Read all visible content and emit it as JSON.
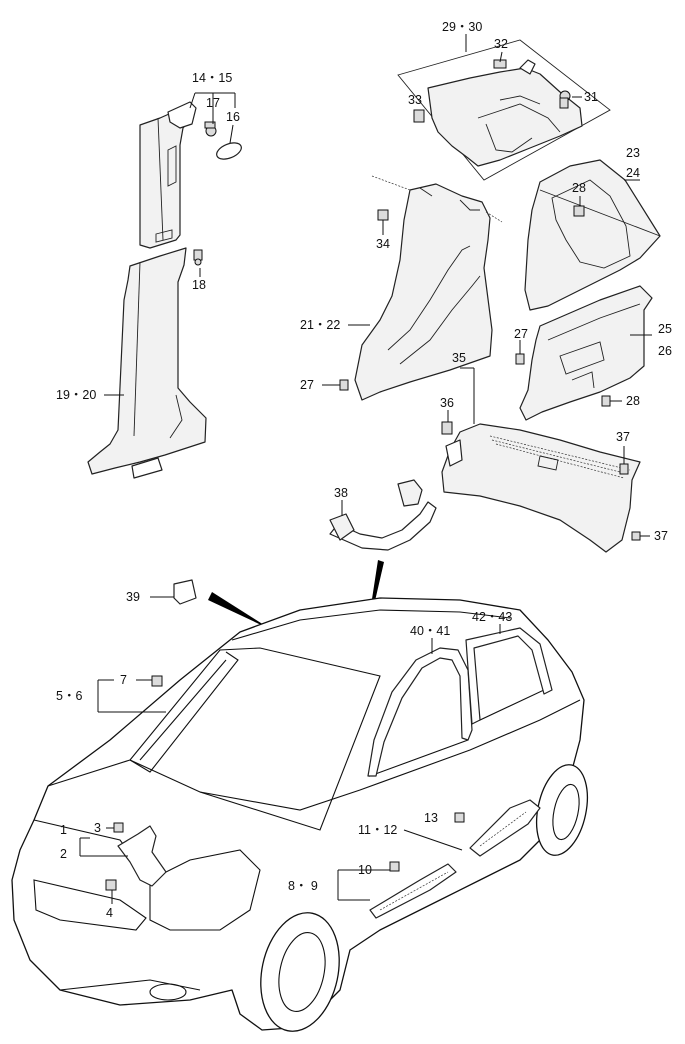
{
  "labels": {
    "l_14_15": "14・15",
    "l_17": "17",
    "l_16": "16",
    "l_18": "18",
    "l_19_20": "19・20",
    "l_29_30": "29・30",
    "l_32": "32",
    "l_33": "33",
    "l_31": "31",
    "l_23": "23",
    "l_24": "24",
    "l_28a": "28",
    "l_34": "34",
    "l_21_22": "21・22",
    "l_27a": "27",
    "l_27b": "27",
    "l_25": "25",
    "l_26": "26",
    "l_35": "35",
    "l_36": "36",
    "l_28b": "28",
    "l_37a": "37",
    "l_37b": "37",
    "l_38": "38",
    "l_39": "39",
    "l_40_41": "40・41",
    "l_42_43": "42・43",
    "l_7": "7",
    "l_5_6": "5・6",
    "l_3": "3",
    "l_1": "1",
    "l_2": "2",
    "l_4": "4",
    "l_13": "13",
    "l_11_12": "11・12",
    "l_10": "10",
    "l_8_9": "8・ 9"
  }
}
